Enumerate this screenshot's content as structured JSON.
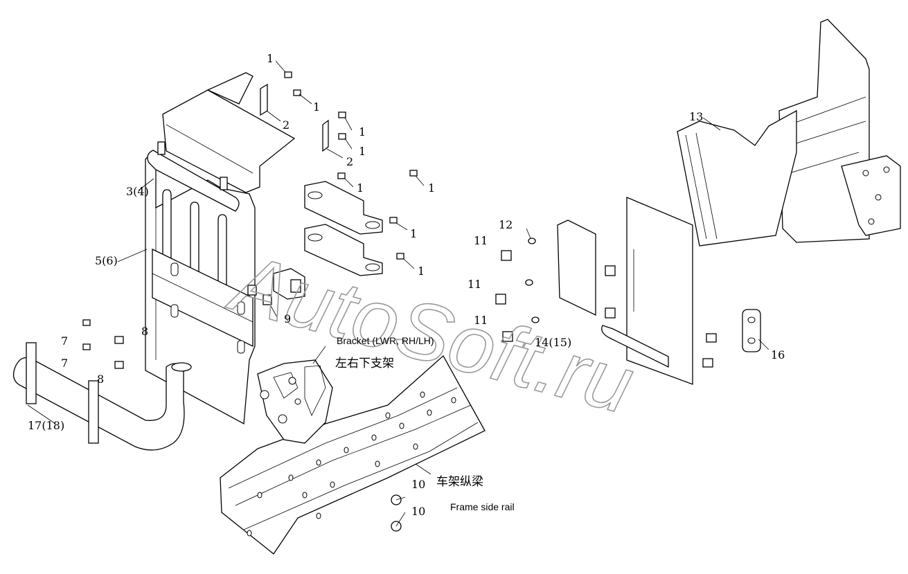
{
  "watermark": "AutoSoft.ru",
  "callouts": {
    "c1a": "1",
    "c1b": "1",
    "c1c": "1",
    "c1d": "1",
    "c1e": "1",
    "c1f": "1",
    "c1g": "1",
    "c1h": "1",
    "c2a": "2",
    "c2b": "2",
    "c3": "3(4)",
    "c5": "5(6)",
    "c7a": "7",
    "c7b": "7",
    "c8a": "8",
    "c8b": "8",
    "c9": "9",
    "c10a": "10",
    "c10b": "10",
    "c11a": "11",
    "c11b": "11",
    "c11c": "11",
    "c12": "12",
    "c13": "13",
    "c14": "14(15)",
    "c16": "16",
    "c17": "17(18)"
  },
  "notes": {
    "bracket_en": "Bracket (LWR, RH/LH)",
    "bracket_cn": "左右下支架",
    "rail_cn": "车架纵梁",
    "rail_en": "Frame side rail"
  }
}
